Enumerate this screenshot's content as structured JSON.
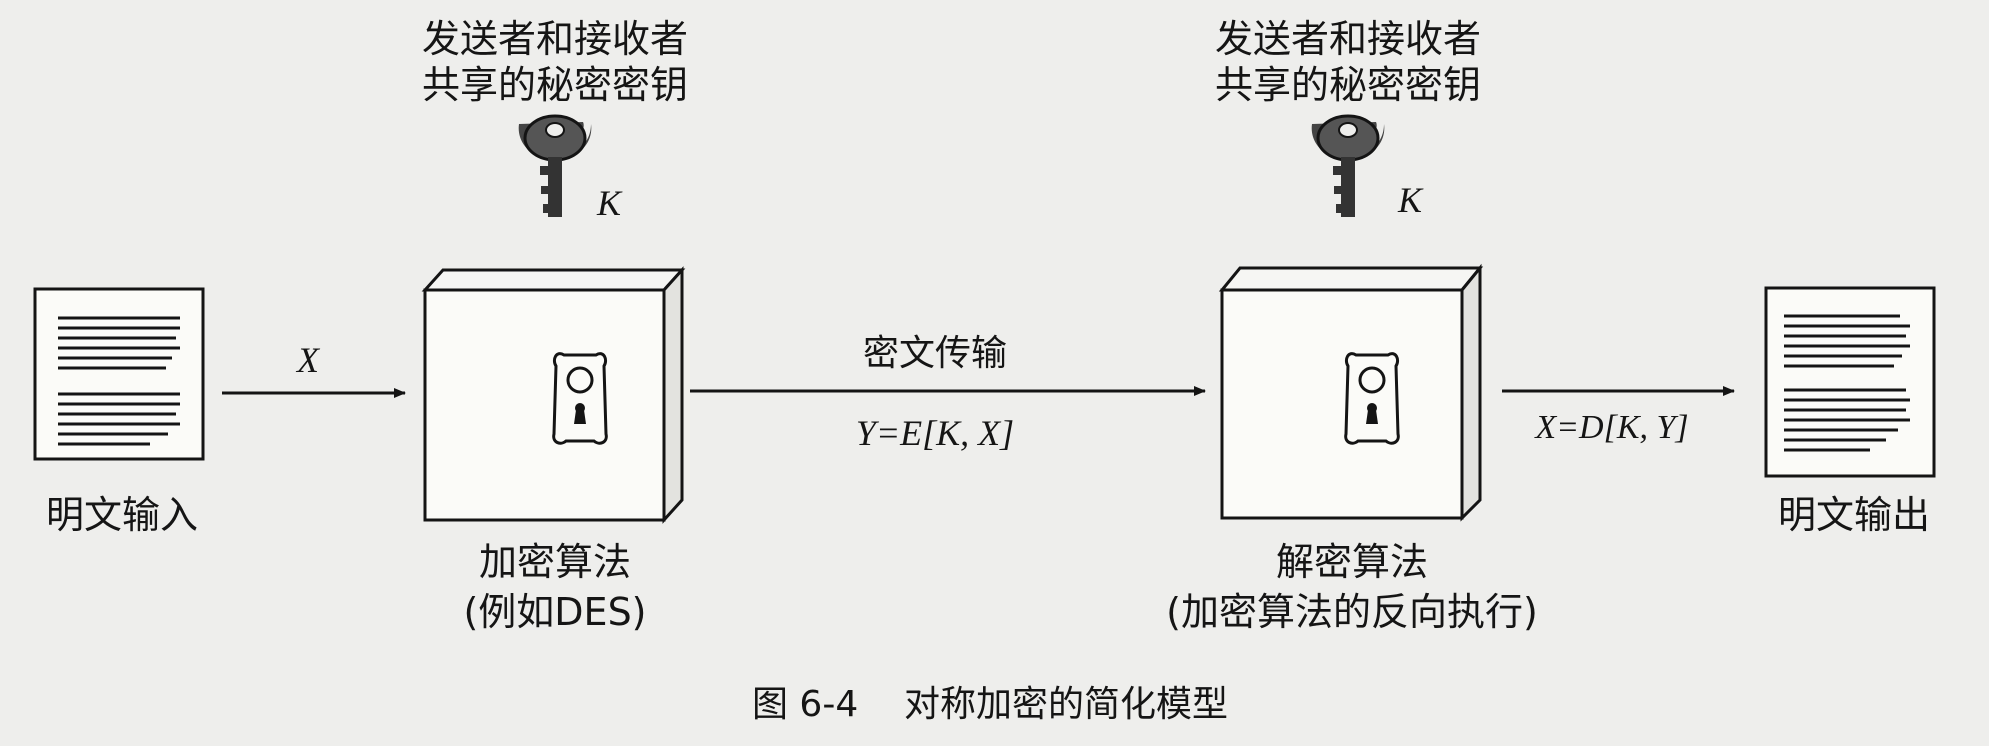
{
  "encrypt_side": {
    "key_caption": [
      "发送者和接收者",
      "共享的秘密密钥"
    ],
    "key_symbol": "K",
    "box_title": "加密算法",
    "box_subtitle": "(例如DES)"
  },
  "decrypt_side": {
    "key_caption": [
      "发送者和接收者",
      "共享的秘密密钥"
    ],
    "key_symbol": "K",
    "box_title": "解密算法",
    "box_subtitle": "(加密算法的反向执行)"
  },
  "input": {
    "label": "明文输入",
    "arrow_label": "X"
  },
  "transmission": {
    "label": "密文传输",
    "formula": "Y=E[K, X]"
  },
  "output": {
    "label": "明文输出",
    "arrow_label": "X=D[K, Y]"
  },
  "figure_caption": "图 6-4    对称加密的简化模型",
  "colors": {
    "ink": "#141414",
    "background": "#eeeeec",
    "paper": "#fbfbf8"
  },
  "icons": [
    "document-icon",
    "key-icon",
    "keyhole-plate-icon",
    "arrow-icon"
  ]
}
